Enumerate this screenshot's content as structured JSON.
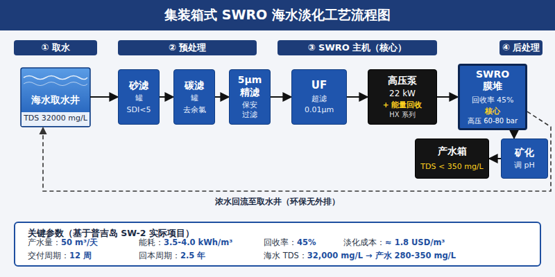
{
  "diagram": {
    "title": "集装箱式 SWRO 海水淡化工艺流程图",
    "nodes": [
      {
        "text": [
          "① 取水"
        ]
      },
      {
        "text": [
          "② 预处理"
        ]
      },
      {
        "text": [
          "③ SWRO 主机（核心）"
        ]
      },
      {
        "text": [
          "④ 后处理"
        ]
      },
      {
        "text": [
          "海水取水井",
          "TDS 32000 mg/L"
        ]
      },
      {
        "text": [
          "砂滤",
          "罐",
          "SDI<5"
        ]
      },
      {
        "text": [
          "碳滤",
          "罐",
          "去余氯"
        ]
      },
      {
        "text": [
          "5μm 精滤",
          "保安 过滤"
        ]
      },
      {
        "text": [
          "UF",
          "超滤",
          "0.01μm"
        ]
      },
      {
        "text": [
          "高压泵",
          "22 kW",
          "+ 能量回收",
          "HX 系列"
        ]
      },
      {
        "text": [
          "SWRO 膜堆",
          "回收率 45%",
          "核心",
          "高压 60-80 bar"
        ]
      },
      {
        "text": [
          "产水箱",
          "TDS < 350 mg/L"
        ]
      },
      {
        "text": [
          "矿化",
          "调 pH"
        ]
      },
      {
        "text": [
          "关键参数（基于普吉岛 SW-2 实际项目）"
        ]
      }
    ],
    "edges": [
      {
        "from": 4,
        "to": 5,
        "arrow": "to"
      },
      {
        "from": 5,
        "to": 6,
        "arrow": "to"
      },
      {
        "from": 6,
        "to": 7,
        "arrow": "to"
      },
      {
        "from": 7,
        "to": 8,
        "arrow": "to"
      },
      {
        "from": 8,
        "to": 9,
        "arrow": "to"
      },
      {
        "from": 9,
        "to": 10,
        "arrow": "to"
      },
      {
        "from": 10,
        "to": 12,
        "arrow": "to"
      },
      {
        "from": 12,
        "to": 11,
        "arrow": "to"
      },
      {
        "from": 10,
        "to": 4,
        "label": "浓水回流至取水井（环保无外排）",
        "arrow": "to"
      }
    ],
    "labels": [
      "产水量：",
      "50 m³/天",
      "能耗：",
      "3.5-4.0 kWh/m³",
      "回收率：",
      "45%",
      "淡化成本：",
      "≈ 1.8 USD/m³",
      "交付周期：",
      "12 周",
      "回本周期：",
      "2.5 年",
      "海水 TDS：",
      "32,000 mg/L → 产水 280-350 mg/L"
    ]
  }
}
